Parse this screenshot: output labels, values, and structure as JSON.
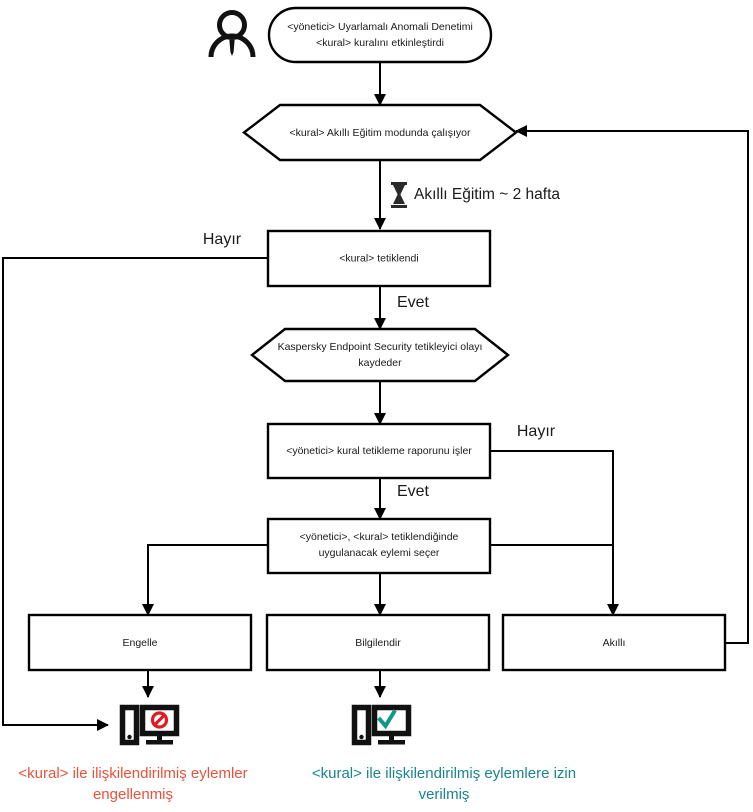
{
  "diagram": {
    "title": "Adaptive Anomaly Control rule workflow",
    "language": "tr",
    "colors": {
      "blocked": "#e8523a",
      "allowed": "#18868c",
      "deny_icon": "#e01b24",
      "check_icon": "#0e9b86",
      "line": "#000000",
      "background": "#ffffff"
    }
  },
  "nodes": {
    "actor": {
      "icon": "user-icon",
      "label": ""
    },
    "start": {
      "shape": "rounded",
      "line1": "<yönetici> Uyarlamalı Anomali Denetimi",
      "line2": "<kural> kuralını etkinleştirdi"
    },
    "smart_training": {
      "shape": "hexagon",
      "line1": "<kural> Akıllı Eğitim modunda çalışıyor"
    },
    "rule_triggered": {
      "shape": "rect",
      "line1": "<kural> tetiklendi"
    },
    "event_logged": {
      "shape": "hexagon",
      "line1": "Kaspersky Endpoint Security tetikleyici olayı",
      "line2": "kaydeder"
    },
    "admin_report": {
      "shape": "rect",
      "line1": "<yönetici> kural tetikleme raporunu işler"
    },
    "admin_select_action": {
      "shape": "rect",
      "line1": "<yönetici>, <kural> tetiklendiğinde",
      "line2": "uygulanacak eylemi seçer"
    },
    "action_block": {
      "shape": "rect",
      "line1": "Engelle"
    },
    "action_inform": {
      "shape": "rect",
      "line1": "Bilgilendir"
    },
    "action_smart": {
      "shape": "rect",
      "line1": "Akıllı"
    }
  },
  "edge_labels": {
    "timer": "Akıllı Eğitim ~ 2 hafta",
    "timer_icon": "hourglass-icon",
    "triggered_no": "Hayır",
    "triggered_yes": "Evet",
    "report_no": "Hayır",
    "report_yes": "Evet"
  },
  "outcomes": {
    "blocked": {
      "icon": "computer-blocked-icon",
      "line1": "<kural> ile ilişkilendirilmiş eylemler",
      "line2": "engellenmiş"
    },
    "allowed": {
      "icon": "computer-allowed-icon",
      "line1": "<kural> ile ilişkilendirilmiş eylemlere izin",
      "line2": "verilmiş"
    }
  }
}
